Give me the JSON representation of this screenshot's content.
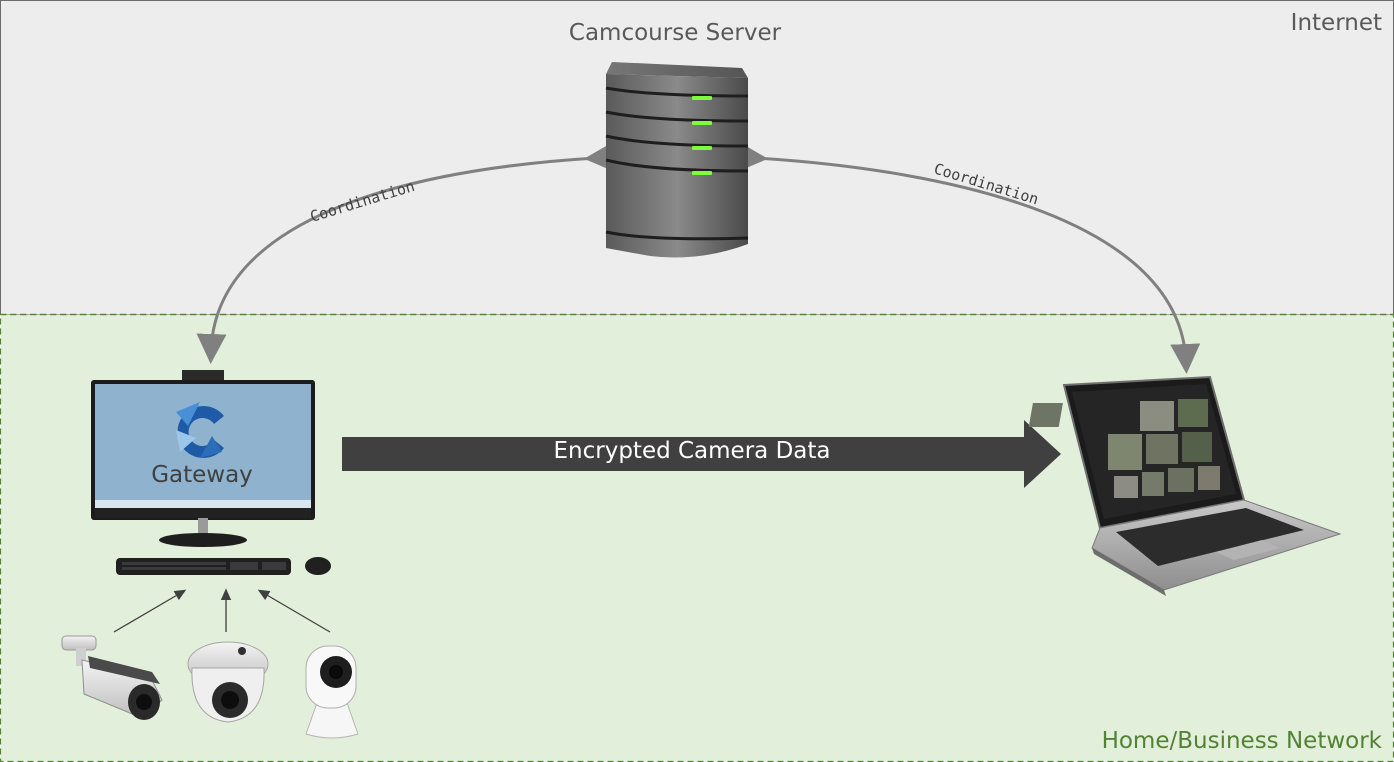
{
  "zones": {
    "internet_label": "Internet",
    "home_label": "Home/Business Network"
  },
  "server": {
    "label": "Camcourse Server"
  },
  "gateway": {
    "label": "Gateway"
  },
  "links": {
    "left_coordination": "Coordination",
    "right_coordination": "Coordination",
    "data_flow": "Encrypted Camera Data"
  },
  "colors": {
    "internet_bg": "#ededed",
    "home_bg": "#e2efda",
    "home_label": "#548235",
    "arrow_gray": "#808080",
    "data_arrow": "#404040",
    "server_led": "#7cfc3c"
  }
}
